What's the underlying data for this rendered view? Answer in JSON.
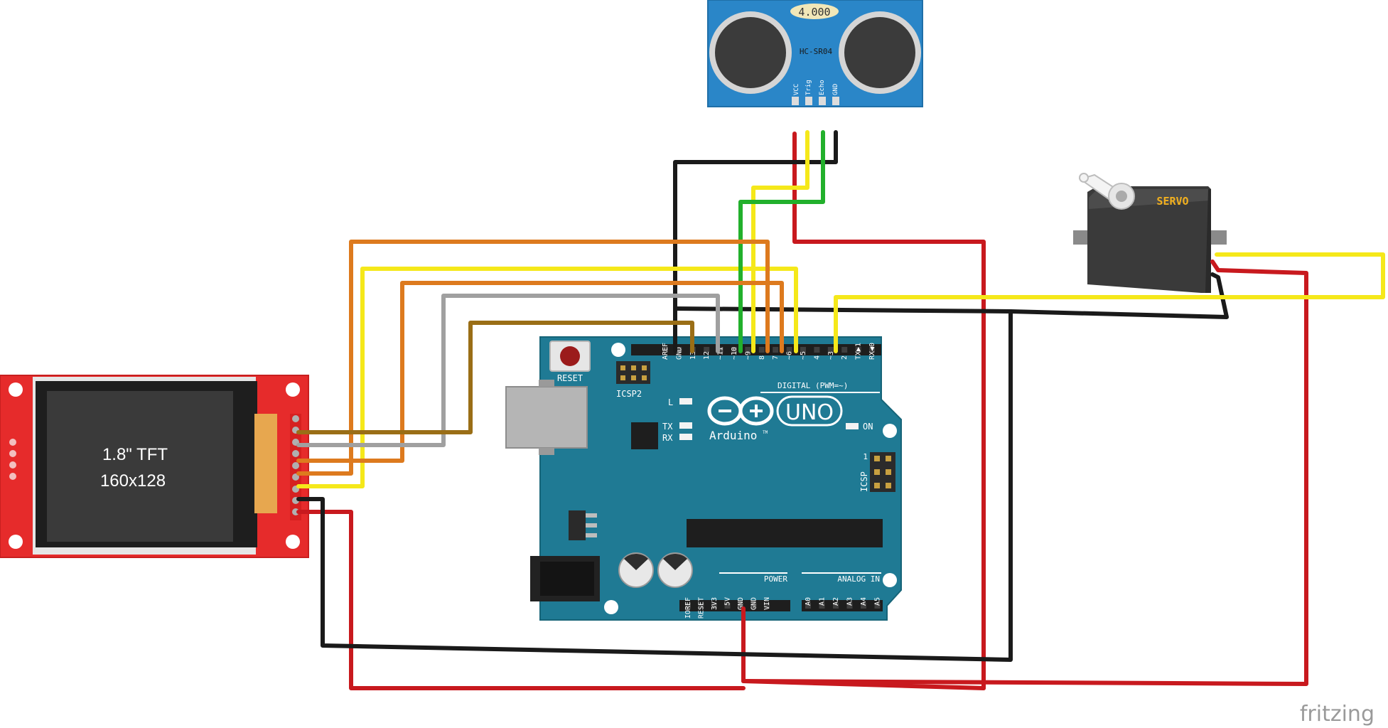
{
  "tft": {
    "line1": "1.8\" TFT",
    "line2": "160x128"
  },
  "sensor": {
    "display_value": "4.000",
    "model": "HC-SR04",
    "pins": [
      "VCC",
      "Trig",
      "Echo",
      "GND"
    ]
  },
  "servo": {
    "label": "SERVO"
  },
  "arduino": {
    "reset_label": "RESET",
    "icsp2_label": "ICSP2",
    "icsp_label": "ICSP",
    "icsp_pin1": "1",
    "led_l": "L",
    "led_tx": "TX",
    "led_rx": "RX",
    "on_label": "ON",
    "brand": "Arduino",
    "trademark": "TM",
    "model": "UNO",
    "digital_label": "DIGITAL (PWM=~)",
    "digital_pins": [
      "AREF",
      "GND",
      "13",
      "12",
      "~11",
      "~10",
      "~9",
      "8",
      "7",
      "~6",
      "~5",
      "4",
      "~3",
      "2",
      "TX▶1",
      "RX◀0"
    ],
    "power_label": "POWER",
    "power_pins": [
      "IOREF",
      "RESET",
      "3V3",
      "5V",
      "GND",
      "GND",
      "VIN"
    ],
    "analog_label": "ANALOG IN",
    "analog_pins": [
      "A0",
      "A1",
      "A2",
      "A3",
      "A4",
      "A5"
    ]
  },
  "watermark": "fritzing",
  "colors": {
    "board": "#1f7a94",
    "tft_pcb": "#e62b2b",
    "sensor_pcb": "#2a86c8",
    "servo_body": "#3a3a3a",
    "servo_label": "#f2b01e",
    "wire_red": "#c8191e",
    "wire_black": "#1a1a1a",
    "wire_yellow": "#f5e81a",
    "wire_green": "#22b02c",
    "wire_orange": "#dd7a1e",
    "wire_gray": "#a0a0a0",
    "wire_brown": "#9a6e16"
  }
}
